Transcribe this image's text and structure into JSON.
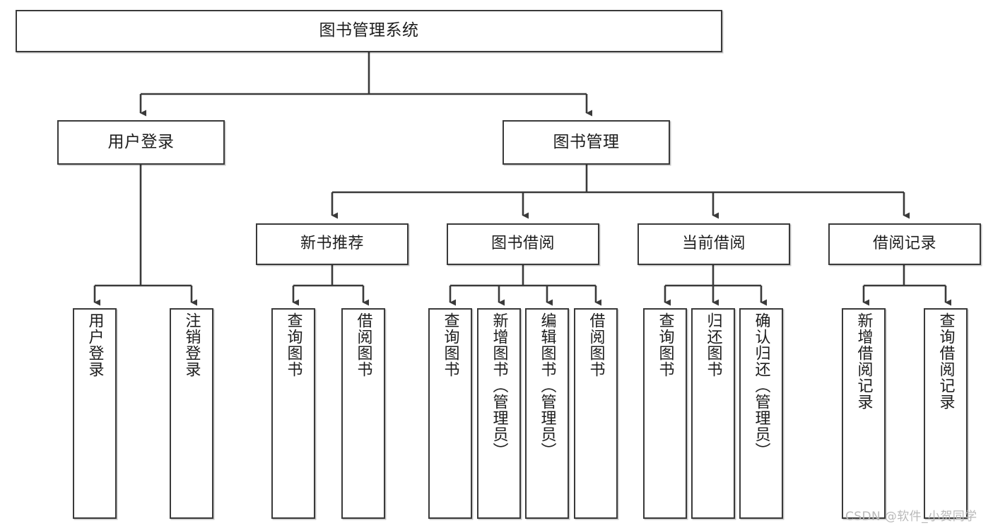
{
  "diagram": {
    "title": "图书管理系统",
    "type": "tree-hierarchy",
    "root": {
      "id": "root",
      "label": "图书管理系统"
    },
    "level2": [
      {
        "id": "user-login",
        "label": "用户登录"
      },
      {
        "id": "book-manage",
        "label": "图书管理"
      }
    ],
    "level3": [
      {
        "id": "new-book-recommend",
        "label": "新书推荐"
      },
      {
        "id": "book-borrow",
        "label": "图书借阅"
      },
      {
        "id": "current-borrow",
        "label": "当前借阅"
      },
      {
        "id": "borrow-record",
        "label": "借阅记录"
      }
    ],
    "leaves": {
      "user_login": [
        {
          "id": "leaf-user-login",
          "label": "用户登录"
        },
        {
          "id": "leaf-logout-login",
          "label": "注销登录"
        }
      ],
      "new_book_recommend": [
        {
          "id": "leaf-query-book-1",
          "label": "查询图书"
        },
        {
          "id": "leaf-borrow-book-1",
          "label": "借阅图书"
        }
      ],
      "book_borrow": [
        {
          "id": "leaf-query-book-2",
          "label": "查询图书"
        },
        {
          "id": "leaf-add-book",
          "label": "新增图书（管理员）"
        },
        {
          "id": "leaf-edit-book",
          "label": "编辑图书（管理员）"
        },
        {
          "id": "leaf-borrow-book-2",
          "label": "借阅图书"
        }
      ],
      "current_borrow": [
        {
          "id": "leaf-query-book-3",
          "label": "查询图书"
        },
        {
          "id": "leaf-return-book",
          "label": "归还图书"
        },
        {
          "id": "leaf-confirm-return",
          "label": "确认归还（管理员）"
        }
      ],
      "borrow_record": [
        {
          "id": "leaf-add-record",
          "label": "新增借阅记录"
        },
        {
          "id": "leaf-query-record",
          "label": "查询借阅记录"
        }
      ]
    }
  },
  "watermark": {
    "text": "CSDN @软件_小贺同学"
  },
  "colors": {
    "node_border": "#3a3a3a",
    "node_fill": "#ffffff",
    "edge": "#3a3a3a",
    "text": "#1d1d1d",
    "watermark": "#b9b9b9",
    "background": "#ffffff"
  }
}
